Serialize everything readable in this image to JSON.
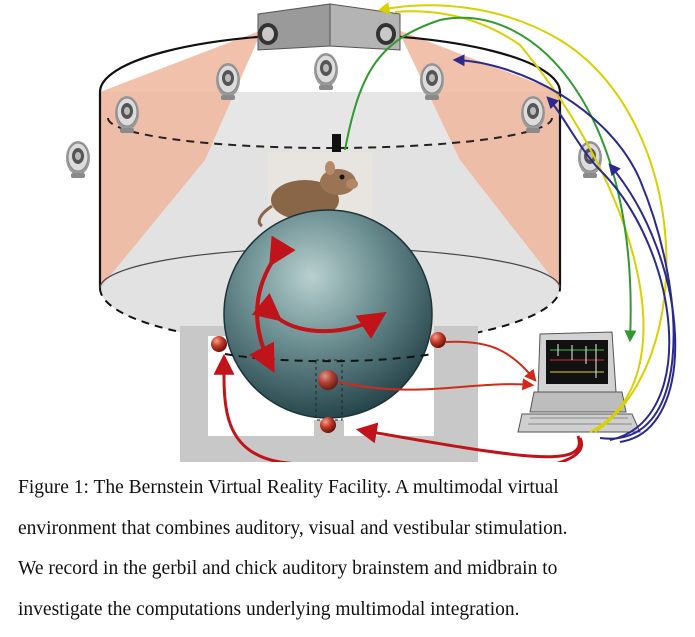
{
  "figure": {
    "colors": {
      "screen_wedge": "#f0b69e",
      "arena_floor": "#dedede",
      "arena_wall": "#c9c9c9",
      "sphere": "#3e6a6e",
      "sensor": "#c43a2a",
      "arrow": "#c0131a",
      "wire_yellow": "#d8d000",
      "wire_green": "#2f9a2f",
      "wire_blue": "#2a2a8e",
      "wire_red": "#d02a1a",
      "stand": "#c8c8c8"
    },
    "icons": [
      "speaker-icon",
      "projector-icon",
      "gerbil-icon",
      "computer-icon",
      "motion-sensor-icon"
    ]
  },
  "caption": {
    "lines": [
      "Figure 1: The Bernstein Virtual Reality Facility. A multimodal virtual",
      "environment that combines auditory, visual and vestibular stimulation.",
      "We record in the gerbil and chick auditory brainstem and midbrain to",
      "investigate the computations underlying multimodal integration."
    ]
  }
}
